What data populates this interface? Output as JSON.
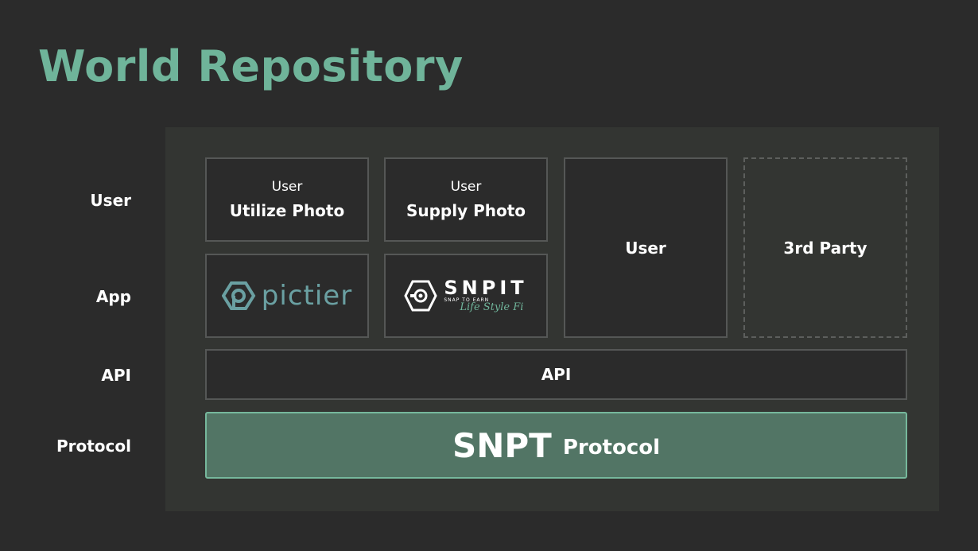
{
  "title": "World Repository",
  "row_labels": {
    "user": "User",
    "app": "App",
    "api": "API",
    "protocol": "Protocol"
  },
  "boxes": {
    "utilize": {
      "small": "User",
      "big": "Utilize Photo"
    },
    "supply": {
      "small": "User",
      "big": "Supply Photo"
    },
    "user": "User",
    "third_party": "3rd Party",
    "api": "API"
  },
  "apps": {
    "pictier": "pictier",
    "snpit": {
      "name": "SNPIT",
      "tagline": "SNAP TO EARN",
      "script": "Life Style Fi"
    }
  },
  "protocol": {
    "name": "SNPT",
    "label": "Protocol"
  },
  "colors": {
    "accent": "#6fb49a",
    "protocol_fill": "#527565",
    "protocol_border": "#76b89c",
    "pictier": "#6aa0a2"
  }
}
